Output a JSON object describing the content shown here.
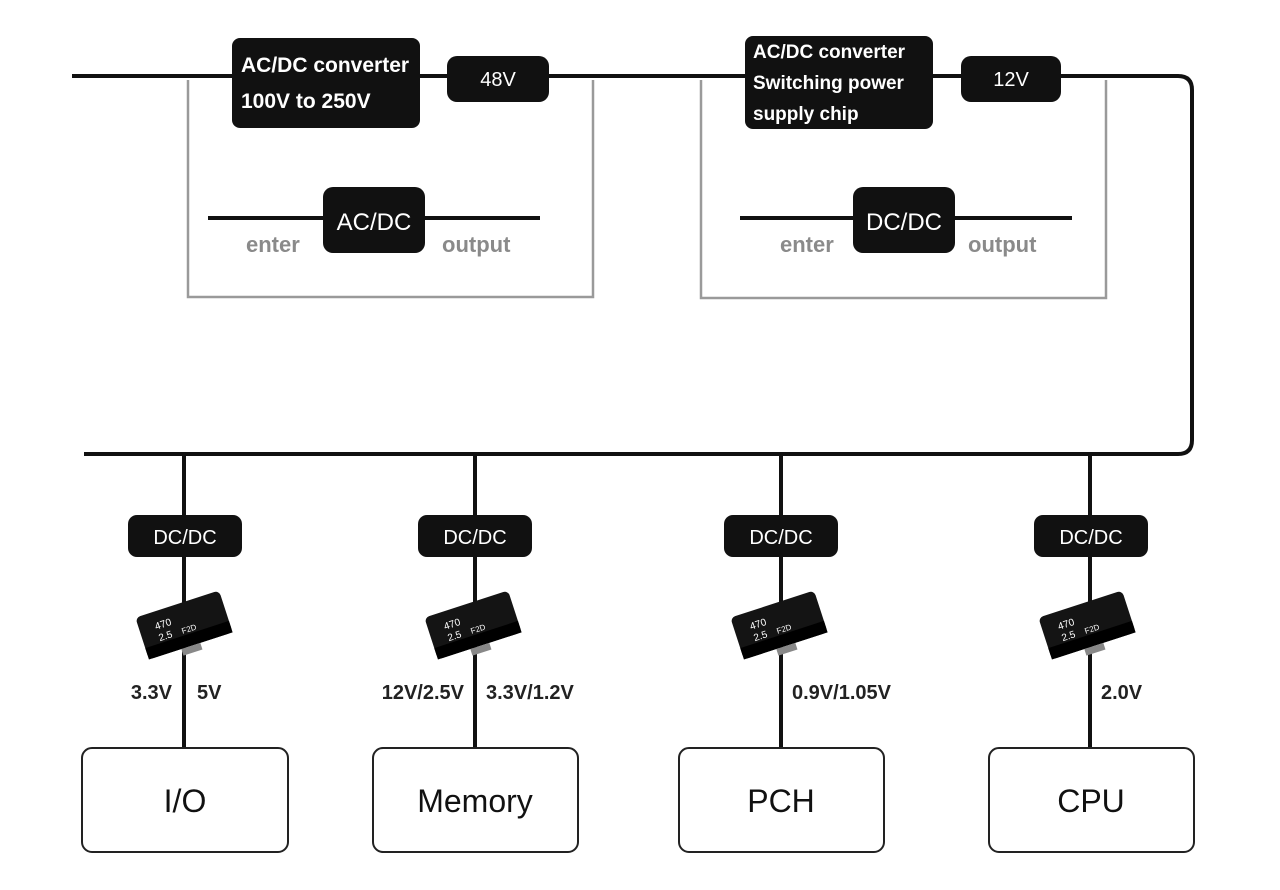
{
  "top": {
    "converter1": {
      "line1": "AC/DC converter",
      "line2": "100V to 250V"
    },
    "voltage1": "48V",
    "converter2": {
      "line1": "AC/DC converter",
      "line2": "Switching power",
      "line3": "supply chip"
    },
    "voltage2": "12V"
  },
  "insets": [
    {
      "chip": "AC/DC",
      "input_label": "enter",
      "output_label": "output"
    },
    {
      "chip": "DC/DC",
      "input_label": "enter",
      "output_label": "output"
    }
  ],
  "capacitor": {
    "marking_value": "470",
    "marking_rating": "2.5",
    "marking_code": "F2D"
  },
  "branches": [
    {
      "converter": "DC/DC",
      "left_voltage": "3.3V",
      "right_voltage": "5V",
      "destination": "I/O"
    },
    {
      "converter": "DC/DC",
      "left_voltage": "12V/2.5V",
      "right_voltage": "3.3V/1.2V",
      "destination": "Memory"
    },
    {
      "converter": "DC/DC",
      "left_voltage": "",
      "right_voltage": "0.9V/1.05V",
      "destination": "PCH"
    },
    {
      "converter": "DC/DC",
      "left_voltage": "",
      "right_voltage": "2.0V",
      "destination": "CPU"
    }
  ]
}
